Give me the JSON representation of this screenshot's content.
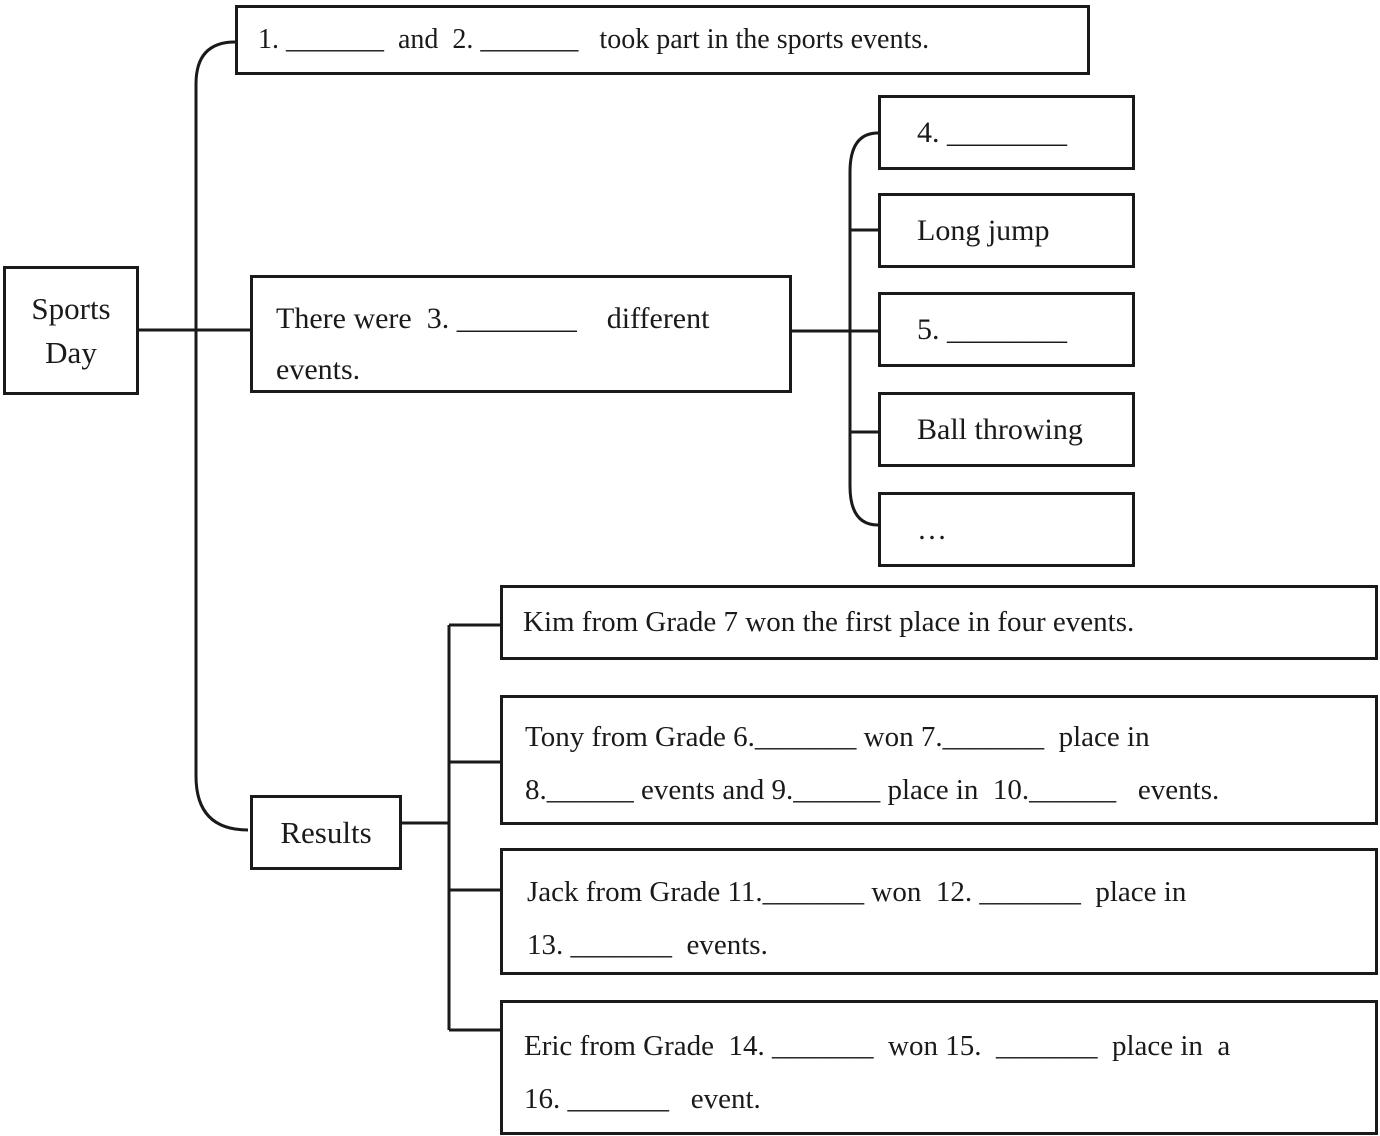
{
  "colors": {
    "ink": "#1a1a1a",
    "paper": "#ffffff"
  },
  "root_box": {
    "line1": "Sports",
    "line2": "Day"
  },
  "participants_box": {
    "text": "1. _______  and  2. _______   took part in the sports events."
  },
  "events_box": {
    "line1": "There were  3. ________    different",
    "line2": "events."
  },
  "event_list": [
    {
      "label": "4. ________"
    },
    {
      "label": "Long jump"
    },
    {
      "label": "5. ________"
    },
    {
      "label": "Ball throwing"
    },
    {
      "label": "…"
    }
  ],
  "results_box": {
    "label": "Results"
  },
  "result_list": [
    {
      "line1": "Kim from Grade 7 won the first place in four events."
    },
    {
      "line1": "Tony from Grade 6._______ won 7._______  place in",
      "line2": "8.______ events and 9.______ place in  10.______   events."
    },
    {
      "line1": "Jack from Grade 11._______ won  12. _______  place in",
      "line2": "13. _______  events."
    },
    {
      "line1": "Eric from Grade  14. _______  won 15.  _______  place in  a",
      "line2": "16. _______   event."
    }
  ]
}
